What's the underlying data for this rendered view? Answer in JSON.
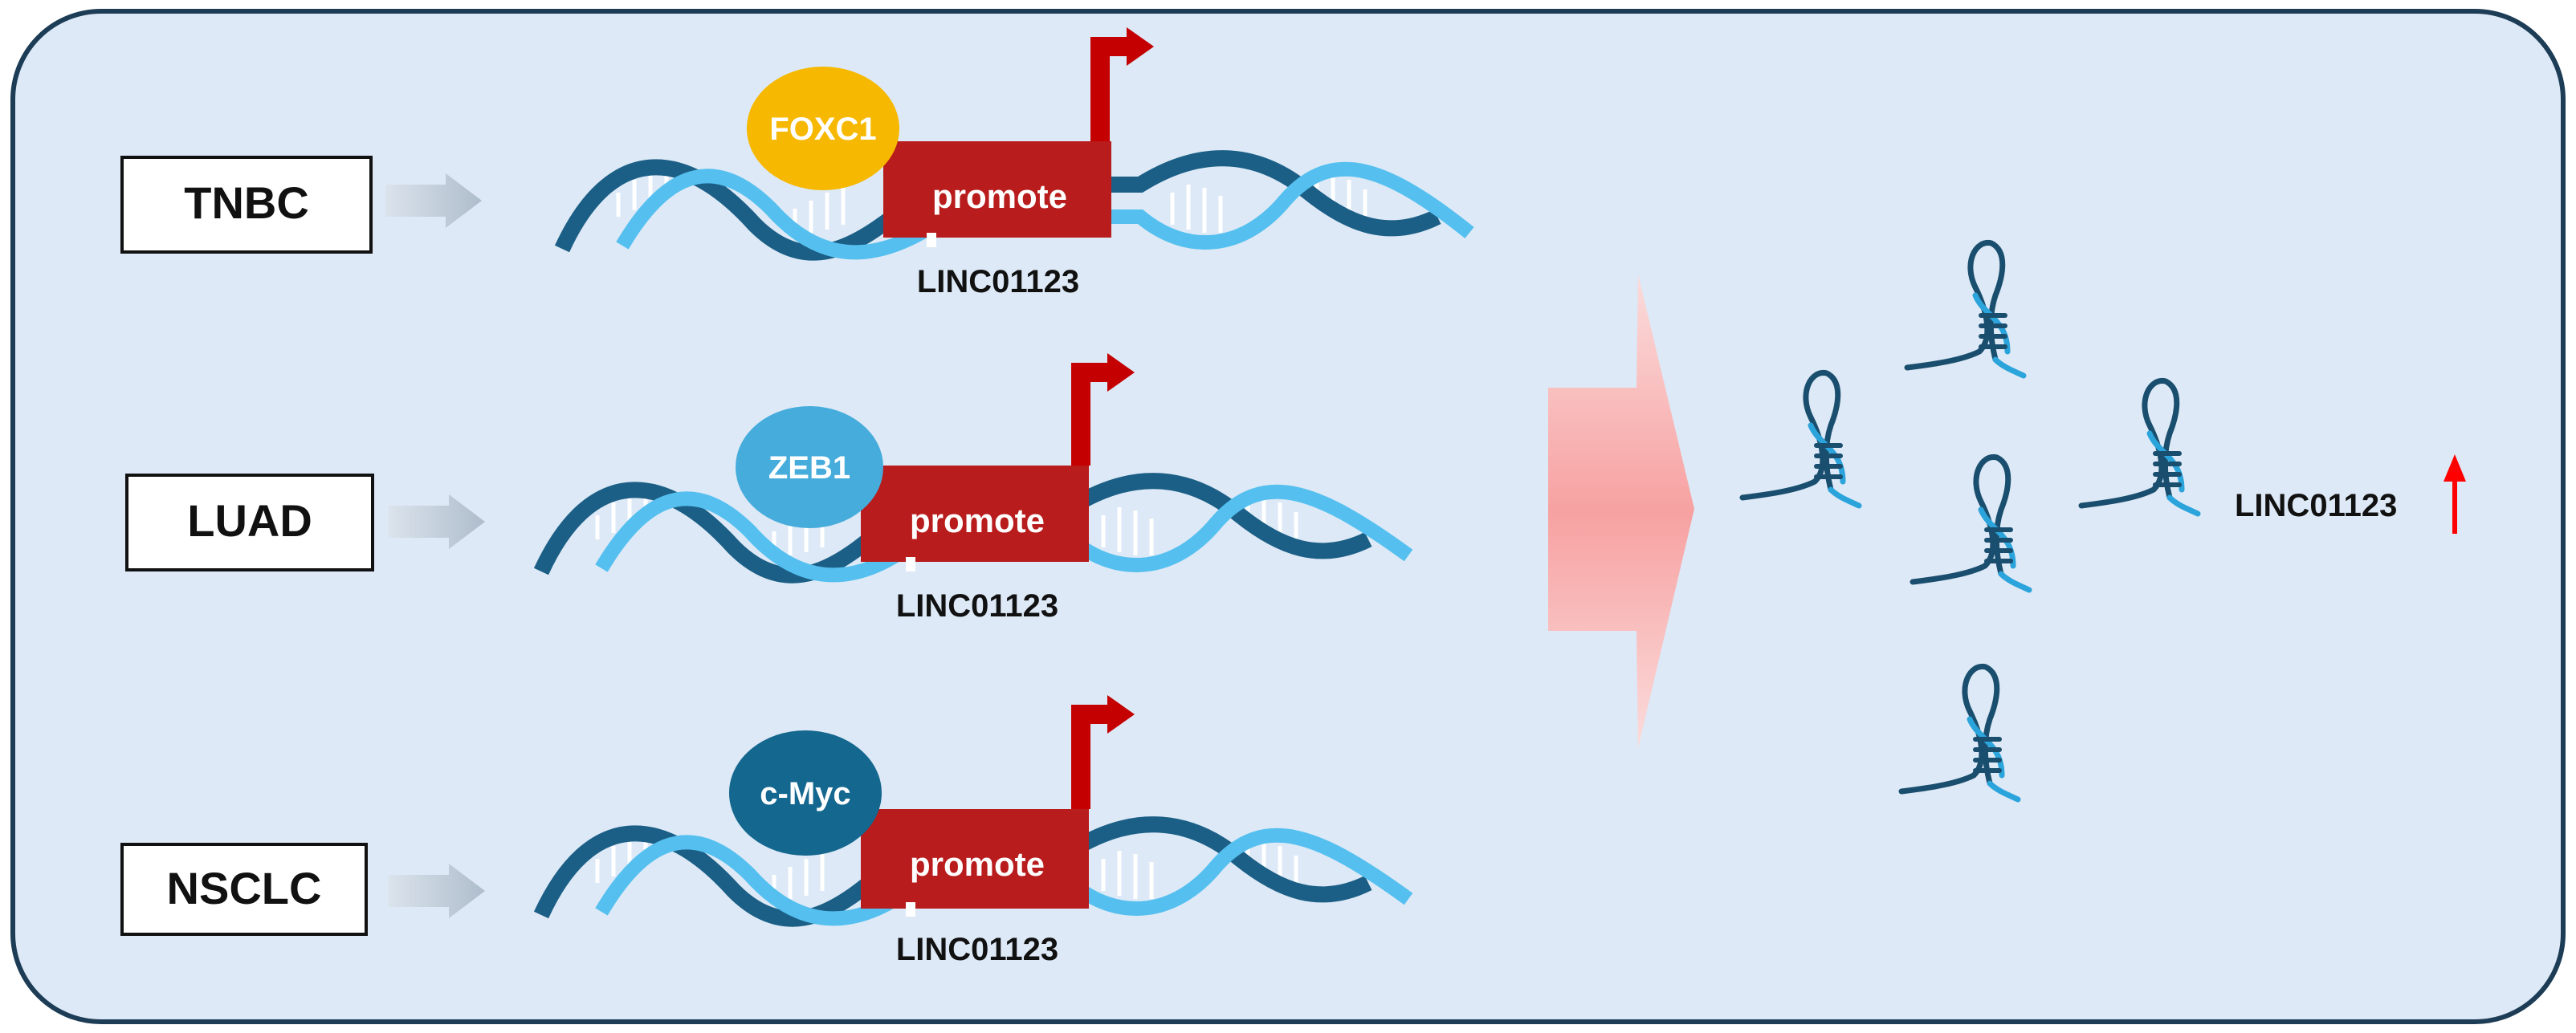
{
  "diagram": {
    "rows": [
      {
        "cancer": "TNBC",
        "factor": "FOXC1",
        "promoter": "promote",
        "gene": "LINC01123"
      },
      {
        "cancer": "LUAD",
        "factor": "ZEB1",
        "promoter": "promote",
        "gene": "LINC01123"
      },
      {
        "cancer": "NSCLC",
        "factor": "c-Myc",
        "promoter": "promote",
        "gene": "LINC01123"
      }
    ],
    "result_label": "LINC01123",
    "colors": {
      "panel_bg": "#dde9f6",
      "panel_border": "#1d3c55",
      "strand_dark": "#1b5f86",
      "strand_light": "#55c0ef",
      "promoter_box": "#b81c1c",
      "arrow_red": "#c40000",
      "FOXC1": "#f6b800",
      "ZEB1": "#45acdc",
      "c-Myc": "#14678e",
      "up_arrow": "#ff0000"
    }
  }
}
